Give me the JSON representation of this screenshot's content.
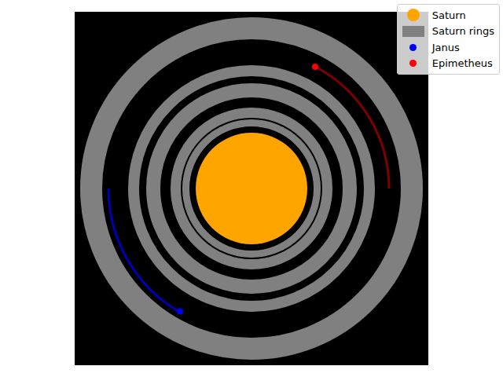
{
  "diagram": {
    "legend": [
      {
        "text": "Saturn",
        "color": "#ffa500"
      },
      {
        "text": "Saturn rings",
        "color": "#808080"
      },
      {
        "text": "Janus",
        "color": "#0000ff"
      },
      {
        "text": "Epimetheus",
        "color": "#ff0000"
      }
    ]
  }
}
